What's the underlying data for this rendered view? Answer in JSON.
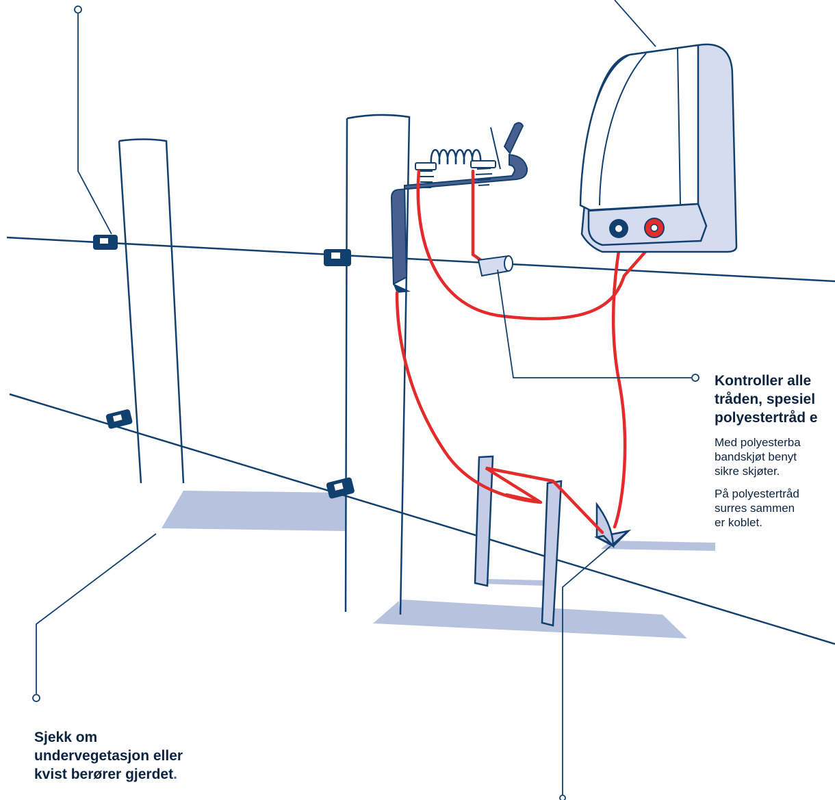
{
  "callouts": {
    "right": {
      "title": "Kontroller alle\ntråden, spesiel\npolyestertråd e",
      "body_1": "Med polyesterba\nbandskjøt benyt\nsikre skjøter.",
      "body_2": "På polyestertråd\nsurres sammen\ner koblet."
    },
    "left": {
      "title": "Sjekk om\nundervegetasjon eller\nkvist berører gjerdet",
      "title_end": "."
    }
  },
  "colors": {
    "navy": "#12406e",
    "text": "#0c2340",
    "red_wire": "#e32b2b",
    "shadow": "#b7c2de",
    "post_fill": "#ffffff",
    "energizer_fill": "#d6dcef",
    "accent": "#3b63c4"
  }
}
